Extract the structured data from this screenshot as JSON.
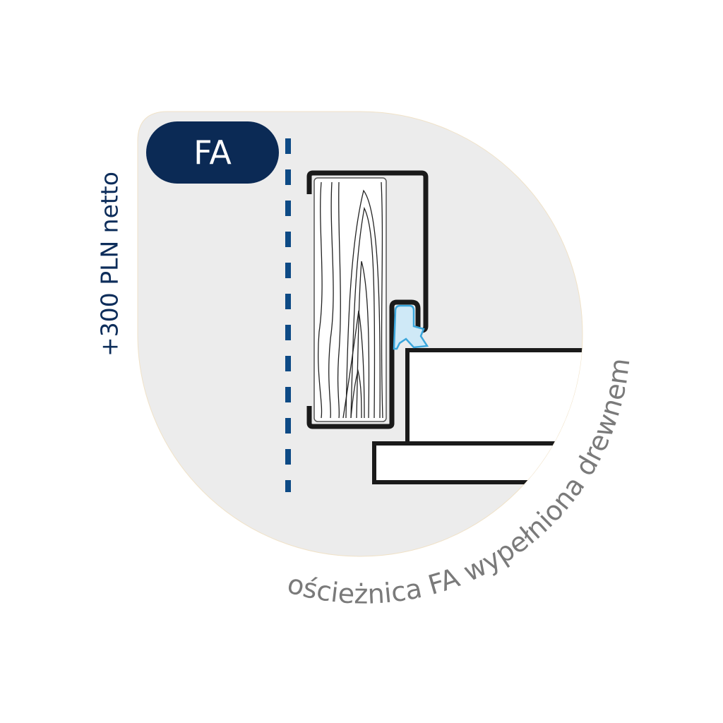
{
  "badge": {
    "label": "FA"
  },
  "price": {
    "label": "+300 PLN netto"
  },
  "caption": {
    "label": "ościeżnica FA wypełniona drewnem"
  },
  "colors": {
    "navy": "#0b2a55",
    "dash": "#0d4a85",
    "background": "#ececec",
    "gasket": "#3aa6dc",
    "caption": "#7a7a7a"
  }
}
